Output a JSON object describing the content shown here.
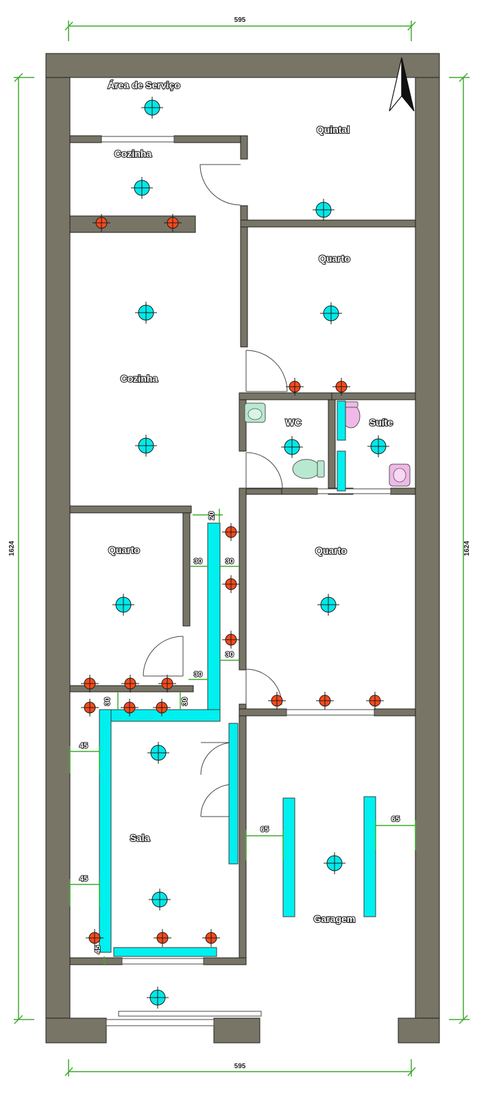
{
  "dimensions": {
    "top_width": "595",
    "bottom_width": "595",
    "left_height": "1624",
    "right_height": "1624"
  },
  "rooms": [
    {
      "id": "area-servico",
      "label": "Área de Serviço"
    },
    {
      "id": "quintal",
      "label": "Quintal"
    },
    {
      "id": "cozinha-top",
      "label": "Cozinha"
    },
    {
      "id": "quarto-ne",
      "label": "Quarto"
    },
    {
      "id": "cozinha-main",
      "label": "Cozinha"
    },
    {
      "id": "wc",
      "label": "WC"
    },
    {
      "id": "suite",
      "label": "Suíte"
    },
    {
      "id": "quarto-w",
      "label": "Quarto"
    },
    {
      "id": "quarto-e",
      "label": "Quarto"
    },
    {
      "id": "sala",
      "label": "Sala"
    },
    {
      "id": "garagem",
      "label": "Garagem"
    }
  ],
  "duct_dimensions": [
    "20",
    "30",
    "30",
    "30",
    "30",
    "30",
    "30",
    "45",
    "45",
    "45",
    "65",
    "65"
  ],
  "colors": {
    "wall": "#787567",
    "ceiling_light": "#00eaea",
    "wall_outlet": "#ff4a1a",
    "duct": "#00f0f0",
    "dimension_line": "#3daa2d"
  },
  "symbols": {
    "ceiling_light": "ceiling-light-icon",
    "wall_outlet": "wall-outlet-icon",
    "north_arrow": "north-arrow-icon"
  }
}
